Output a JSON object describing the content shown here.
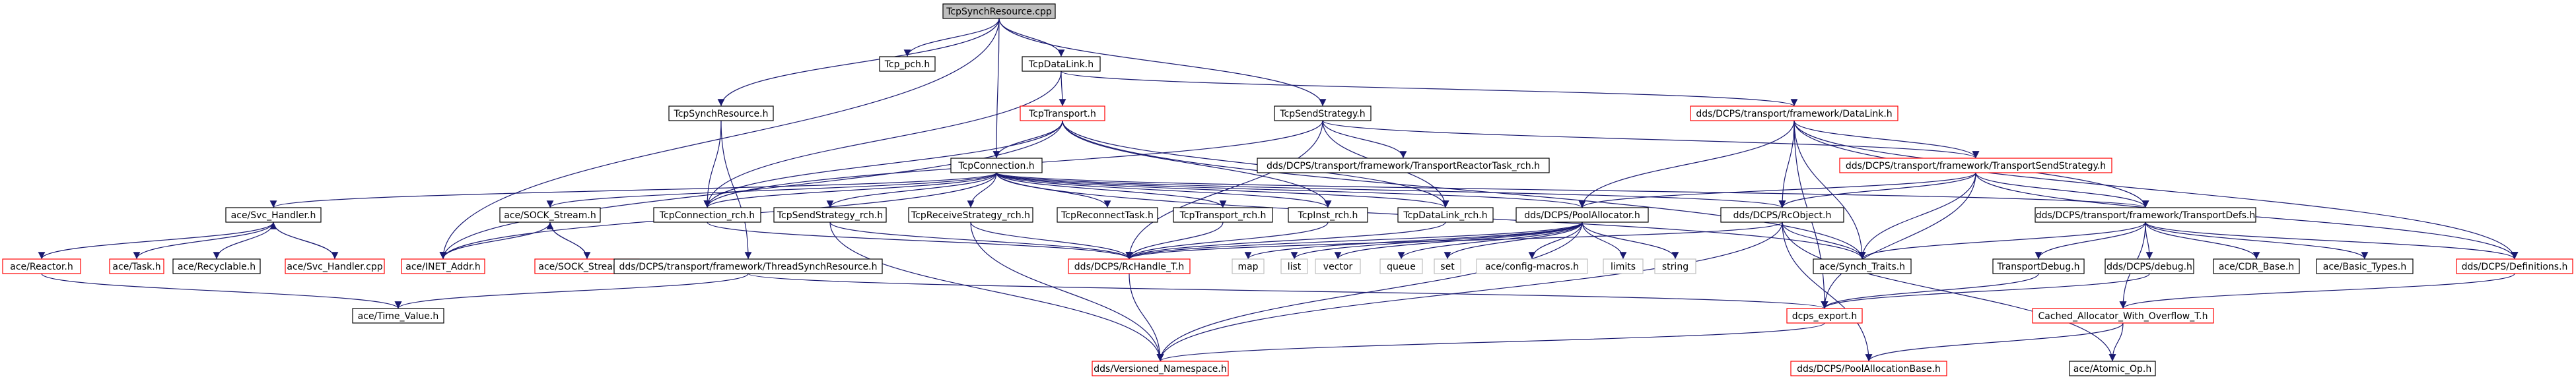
{
  "colors": {
    "edge": "#191970",
    "border_default": "#000000",
    "border_red": "#ff0000",
    "border_gray": "#bfbfbf",
    "root_fill": "#bfbfbf",
    "node_fill": "#ffffff"
  },
  "nodes": [
    {
      "id": "n_root",
      "label": "TcpSynchResource.cpp",
      "style": "root"
    },
    {
      "id": "n_tcp_pch",
      "label": "Tcp_pch.h",
      "style": "black"
    },
    {
      "id": "n_tcpdatalink",
      "label": "TcpDataLink.h",
      "style": "black"
    },
    {
      "id": "n_tcpsynchresource",
      "label": "TcpSynchResource.h",
      "style": "black"
    },
    {
      "id": "n_tcptransport",
      "label": "TcpTransport.h",
      "style": "red"
    },
    {
      "id": "n_tcpsendstrategy",
      "label": "TcpSendStrategy.h",
      "style": "black"
    },
    {
      "id": "n_fw_datalink",
      "label": "dds/DCPS/transport/framework/DataLink.h",
      "style": "red"
    },
    {
      "id": "n_tcpconnection",
      "label": "TcpConnection.h",
      "style": "black"
    },
    {
      "id": "n_fw_reactortask",
      "label": "dds/DCPS/transport/framework/TransportReactorTask_rch.h",
      "style": "black"
    },
    {
      "id": "n_fw_sendstrategy",
      "label": "dds/DCPS/transport/framework/TransportSendStrategy.h",
      "style": "red"
    },
    {
      "id": "n_svc_handler",
      "label": "ace/Svc_Handler.h",
      "style": "black"
    },
    {
      "id": "n_sock_stream",
      "label": "ace/SOCK_Stream.h",
      "style": "black"
    },
    {
      "id": "n_tcpconnection_rch",
      "label": "TcpConnection_rch.h",
      "style": "black"
    },
    {
      "id": "n_tcpsendstrategy_rch",
      "label": "TcpSendStrategy_rch.h",
      "style": "black"
    },
    {
      "id": "n_tcpreceivestrategy_rch",
      "label": "TcpReceiveStrategy_rch.h",
      "style": "black"
    },
    {
      "id": "n_tcpreconnecttask",
      "label": "TcpReconnectTask.h",
      "style": "black"
    },
    {
      "id": "n_tcptransport_rch",
      "label": "TcpTransport_rch.h",
      "style": "black"
    },
    {
      "id": "n_tcpinst_rch",
      "label": "TcpInst_rch.h",
      "style": "black"
    },
    {
      "id": "n_tcpdatalink_rch",
      "label": "TcpDataLink_rch.h",
      "style": "black"
    },
    {
      "id": "n_poolallocator",
      "label": "dds/DCPS/PoolAllocator.h",
      "style": "black"
    },
    {
      "id": "n_rcobject",
      "label": "dds/DCPS/RcObject.h",
      "style": "black"
    },
    {
      "id": "n_transportdefs",
      "label": "dds/DCPS/transport/framework/TransportDefs.h",
      "style": "black"
    },
    {
      "id": "n_reactor",
      "label": "ace/Reactor.h",
      "style": "red"
    },
    {
      "id": "n_task",
      "label": "ace/Task.h",
      "style": "red"
    },
    {
      "id": "n_recyclable",
      "label": "ace/Recyclable.h",
      "style": "black"
    },
    {
      "id": "n_svc_handler_cpp",
      "label": "ace/Svc_Handler.cpp",
      "style": "red"
    },
    {
      "id": "n_inet_addr",
      "label": "ace/INET_Addr.h",
      "style": "red"
    },
    {
      "id": "n_sock_stream_inl",
      "label": "ace/SOCK_Stream.inl",
      "style": "red"
    },
    {
      "id": "n_rchandle_t",
      "label": "dds/DCPS/RcHandle_T.h",
      "style": "red"
    },
    {
      "id": "n_map",
      "label": "map",
      "style": "gray"
    },
    {
      "id": "n_list",
      "label": "list",
      "style": "gray"
    },
    {
      "id": "n_vector",
      "label": "vector",
      "style": "gray"
    },
    {
      "id": "n_queue",
      "label": "queue",
      "style": "gray"
    },
    {
      "id": "n_set",
      "label": "set",
      "style": "gray"
    },
    {
      "id": "n_config_macros",
      "label": "ace/config-macros.h",
      "style": "gray"
    },
    {
      "id": "n_limits",
      "label": "limits",
      "style": "gray"
    },
    {
      "id": "n_string",
      "label": "string",
      "style": "gray"
    },
    {
      "id": "n_synch_traits",
      "label": "ace/Synch_Traits.h",
      "style": "black"
    },
    {
      "id": "n_transportdebug",
      "label": "TransportDebug.h",
      "style": "black"
    },
    {
      "id": "n_dcpsdebug",
      "label": "dds/DCPS/debug.h",
      "style": "black"
    },
    {
      "id": "n_cdr_base",
      "label": "ace/CDR_Base.h",
      "style": "black"
    },
    {
      "id": "n_basic_types",
      "label": "ace/Basic_Types.h",
      "style": "black"
    },
    {
      "id": "n_definitions",
      "label": "dds/DCPS/Definitions.h",
      "style": "red"
    },
    {
      "id": "n_threadsynchresource",
      "label": "dds/DCPS/transport/framework/ThreadSynchResource.h",
      "style": "black"
    },
    {
      "id": "n_time_value",
      "label": "ace/Time_Value.h",
      "style": "black"
    },
    {
      "id": "n_dcps_export",
      "label": "dcps_export.h",
      "style": "red"
    },
    {
      "id": "n_cached_allocator",
      "label": "Cached_Allocator_With_Overflow_T.h",
      "style": "red"
    },
    {
      "id": "n_versioned_namespace",
      "label": "dds/Versioned_Namespace.h",
      "style": "red"
    },
    {
      "id": "n_poolallocationbase",
      "label": "dds/DCPS/PoolAllocationBase.h",
      "style": "red"
    },
    {
      "id": "n_atomic_op",
      "label": "ace/Atomic_Op.h",
      "style": "black"
    }
  ],
  "edges": [
    [
      "n_root",
      "n_tcp_pch"
    ],
    [
      "n_root",
      "n_tcpdatalink"
    ],
    [
      "n_root",
      "n_tcpsynchresource"
    ],
    [
      "n_root",
      "n_tcpsendstrategy"
    ],
    [
      "n_root",
      "n_tcpconnection"
    ],
    [
      "n_root",
      "n_inet_addr"
    ],
    [
      "n_tcpdatalink",
      "n_fw_datalink"
    ],
    [
      "n_tcpdatalink",
      "n_tcptransport"
    ],
    [
      "n_tcpdatalink",
      "n_tcpconnection_rch"
    ],
    [
      "n_tcpsynchresource",
      "n_tcpconnection_rch"
    ],
    [
      "n_tcpsynchresource",
      "n_threadsynchresource"
    ],
    [
      "n_tcptransport",
      "n_tcpconnection"
    ],
    [
      "n_tcptransport",
      "n_tcpdatalink_rch"
    ],
    [
      "n_tcptransport",
      "n_inet_addr"
    ],
    [
      "n_tcptransport",
      "n_tcpconnection_rch"
    ],
    [
      "n_tcptransport",
      "n_synch_traits"
    ],
    [
      "n_tcptransport",
      "n_tcpinst_rch"
    ],
    [
      "n_tcpsendstrategy",
      "n_fw_reactortask"
    ],
    [
      "n_tcpsendstrategy",
      "n_fw_sendstrategy"
    ],
    [
      "n_tcpsendstrategy",
      "n_tcpconnection_rch"
    ],
    [
      "n_tcpsendstrategy",
      "n_tcpdatalink_rch"
    ],
    [
      "n_tcpsendstrategy",
      "n_rchandle_t"
    ],
    [
      "n_fw_datalink",
      "n_fw_sendstrategy"
    ],
    [
      "n_fw_datalink",
      "n_rcobject"
    ],
    [
      "n_fw_datalink",
      "n_poolallocator"
    ],
    [
      "n_fw_datalink",
      "n_transportdefs"
    ],
    [
      "n_fw_datalink",
      "n_synch_traits"
    ],
    [
      "n_fw_datalink",
      "n_dcps_export"
    ],
    [
      "n_fw_datalink",
      "n_definitions"
    ],
    [
      "n_tcpconnection",
      "n_svc_handler"
    ],
    [
      "n_tcpconnection",
      "n_sock_stream"
    ],
    [
      "n_tcpconnection",
      "n_tcpconnection_rch"
    ],
    [
      "n_tcpconnection",
      "n_tcpsendstrategy_rch"
    ],
    [
      "n_tcpconnection",
      "n_tcpreceivestrategy_rch"
    ],
    [
      "n_tcpconnection",
      "n_tcpreconnecttask"
    ],
    [
      "n_tcpconnection",
      "n_tcptransport_rch"
    ],
    [
      "n_tcpconnection",
      "n_tcpinst_rch"
    ],
    [
      "n_tcpconnection",
      "n_tcpdatalink_rch"
    ],
    [
      "n_tcpconnection",
      "n_poolallocator"
    ],
    [
      "n_tcpconnection",
      "n_rcobject"
    ],
    [
      "n_tcpconnection",
      "n_transportdefs"
    ],
    [
      "n_tcpconnection",
      "n_inet_addr"
    ],
    [
      "n_tcpconnection",
      "n_synch_traits"
    ],
    [
      "n_fw_sendstrategy",
      "n_transportdefs"
    ],
    [
      "n_fw_sendstrategy",
      "n_rcobject"
    ],
    [
      "n_fw_sendstrategy",
      "n_poolallocator"
    ],
    [
      "n_fw_sendstrategy",
      "n_dcps_export"
    ],
    [
      "n_fw_sendstrategy",
      "n_synch_traits"
    ],
    [
      "n_fw_sendstrategy",
      "n_definitions"
    ],
    [
      "n_svc_handler",
      "n_reactor"
    ],
    [
      "n_svc_handler",
      "n_task"
    ],
    [
      "n_svc_handler",
      "n_recyclable"
    ],
    [
      "n_svc_handler",
      "n_svc_handler_cpp"
    ],
    [
      "n_svc_handler_cpp",
      "n_svc_handler"
    ],
    [
      "n_reactor",
      "n_time_value"
    ],
    [
      "n_sock_stream",
      "n_inet_addr"
    ],
    [
      "n_sock_stream",
      "n_sock_stream_inl"
    ],
    [
      "n_sock_stream_inl",
      "n_sock_stream"
    ],
    [
      "n_tcpconnection_rch",
      "n_rchandle_t"
    ],
    [
      "n_tcpsendstrategy_rch",
      "n_rchandle_t"
    ],
    [
      "n_tcpsendstrategy_rch",
      "n_versioned_namespace"
    ],
    [
      "n_tcpreceivestrategy_rch",
      "n_rchandle_t"
    ],
    [
      "n_tcpreceivestrategy_rch",
      "n_versioned_namespace"
    ],
    [
      "n_tcptransport_rch",
      "n_rchandle_t"
    ],
    [
      "n_tcpinst_rch",
      "n_rchandle_t"
    ],
    [
      "n_tcpdatalink_rch",
      "n_rchandle_t"
    ],
    [
      "n_rchandle_t",
      "n_versioned_namespace"
    ],
    [
      "n_poolallocator",
      "n_rchandle_t"
    ],
    [
      "n_poolallocator",
      "n_map"
    ],
    [
      "n_poolallocator",
      "n_list"
    ],
    [
      "n_poolallocator",
      "n_vector"
    ],
    [
      "n_poolallocator",
      "n_queue"
    ],
    [
      "n_poolallocator",
      "n_set"
    ],
    [
      "n_poolallocator",
      "n_config_macros"
    ],
    [
      "n_poolallocator",
      "n_limits"
    ],
    [
      "n_poolallocator",
      "n_string"
    ],
    [
      "n_poolallocator",
      "n_versioned_namespace"
    ],
    [
      "n_rcobject",
      "n_rchandle_t"
    ],
    [
      "n_rcobject",
      "n_synch_traits"
    ],
    [
      "n_rcobject",
      "n_atomic_op"
    ],
    [
      "n_rcobject",
      "n_poolallocationbase"
    ],
    [
      "n_rcobject",
      "n_versioned_namespace"
    ],
    [
      "n_transportdefs",
      "n_transportdebug"
    ],
    [
      "n_transportdefs",
      "n_dcpsdebug"
    ],
    [
      "n_transportdefs",
      "n_cdr_base"
    ],
    [
      "n_transportdefs",
      "n_basic_types"
    ],
    [
      "n_transportdefs",
      "n_definitions"
    ],
    [
      "n_transportdefs",
      "n_synch_traits"
    ],
    [
      "n_transportdefs",
      "n_cached_allocator"
    ],
    [
      "n_transportdebug",
      "n_dcps_export"
    ],
    [
      "n_dcpsdebug",
      "n_dcps_export"
    ],
    [
      "n_definitions",
      "n_cached_allocator"
    ],
    [
      "n_threadsynchresource",
      "n_time_value"
    ],
    [
      "n_threadsynchresource",
      "n_dcps_export"
    ],
    [
      "n_dcps_export",
      "n_versioned_namespace"
    ],
    [
      "n_cached_allocator",
      "n_poolallocationbase"
    ],
    [
      "n_cached_allocator",
      "n_atomic_op"
    ]
  ]
}
